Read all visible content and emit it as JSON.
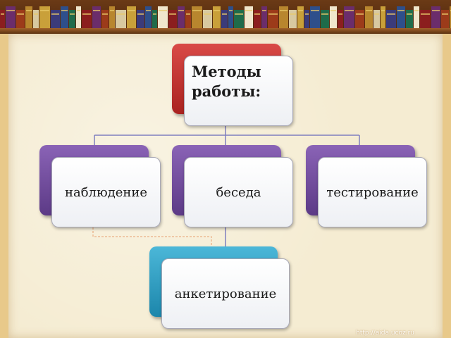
{
  "diagram": {
    "root": {
      "label": "Методы работы:"
    },
    "methods": [
      {
        "label": "наблюдение"
      },
      {
        "label": "беседа"
      },
      {
        "label": "тестирование"
      }
    ],
    "sub": {
      "label": "анкетирование"
    }
  },
  "watermark": "http://aida.ucoz.ru",
  "colors": {
    "root_accent": "#c8302e",
    "method_accent": "#6b4799",
    "sub_accent": "#2b9cc1",
    "connector": "#7f7fbf",
    "dashed_connector": "#e7a070"
  }
}
